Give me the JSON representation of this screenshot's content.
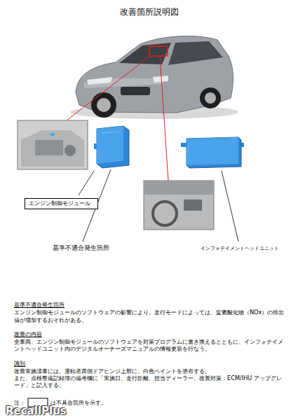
{
  "diagram": {
    "title": "改善箇所説明図",
    "nodes": [
      {
        "text": [
          "エンジン制御モジュール"
        ]
      }
    ],
    "labels": [
      "基準不適合発生箇所",
      "インフォテイメントヘッドユニット",
      "基準不適合発生箇所",
      "エンジン制御モジュールのソフトウェアの影響により、走行モードによっては、窒素酸化物（NOx）の排出値が増加するおそれがある。",
      "改善の内容",
      "全車両、エンジン制御モジュールのソフトウェアを対策プログラムに書き換えるとともに、インフォテイメントヘッドユニット内のデジタルオーナーズマニュアルの情報更新を行なう。",
      "識別",
      "改善実施済車には、運転者席側ドアヒンジ上部に、白色ペイントを塗布する。",
      "また、点検整備記録簿の備考欄に「実施日、走行距離、担当ディーラー、改善対策：ECM/IHU アップグレード」と記入する。",
      "注：",
      "は不具合箇所を示す。",
      "RecallPlus"
    ]
  }
}
